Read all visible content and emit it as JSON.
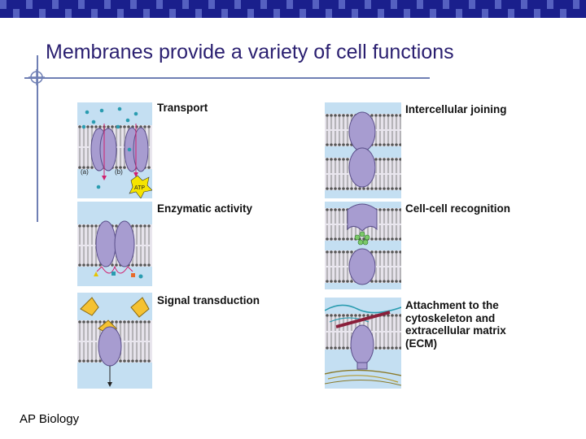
{
  "slide": {
    "title": "Membranes provide a variety of cell functions",
    "footer": "AP Biology",
    "accent_color": "#1a1f8c"
  },
  "figure": {
    "panels": [
      {
        "label": "Transport",
        "sublabels": [
          "(a)",
          "(b)"
        ],
        "badge": "ATP"
      },
      {
        "label": "Enzymatic activity"
      },
      {
        "label": "Signal transduction"
      },
      {
        "label": "Intercellular joining"
      },
      {
        "label": "Cell-cell recognition"
      },
      {
        "label_lines": [
          "Attachment to the",
          "cytoskeleton and",
          "extracellular matrix",
          "(ECM)"
        ]
      }
    ]
  }
}
